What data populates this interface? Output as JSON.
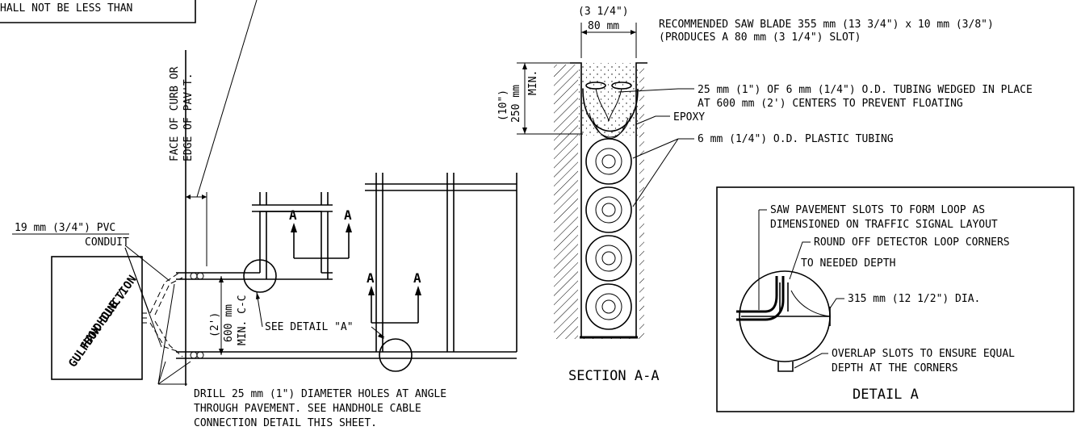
{
  "notes": {
    "top_left_fragment": "HALL NOT BE LESS THAN",
    "conduit_line1": "19 mm (3/4\") PVC",
    "conduit_line2": "CONDUIT",
    "handhole_line1": "HANDHOLE /",
    "handhole_line2": "GULFBOX JUNCTION",
    "face_curb_line1": "FACE OF CURB OR",
    "face_curb_line2": "EDGE OF PAV'T.",
    "spacing_imperial": "(2')",
    "spacing_metric": "600 mm",
    "spacing_min": "MIN. C-C",
    "see_detail_1": "SEE DETAIL \"A\"",
    "see_detail_2": "SEE DETAIL \"A\"",
    "section_mark": "A",
    "drill_line1": "DRILL 25 mm (1\") DIAMETER HOLES AT ANGLE",
    "drill_line2": "THROUGH PAVEMENT.  SEE HANDHOLE CABLE",
    "drill_line3": "CONNECTION DETAIL THIS SHEET."
  },
  "section": {
    "width_imperial": "(3 1/4\")",
    "width_metric": "80 mm",
    "blade_line1": "RECOMMENDED SAW BLADE 355 mm (13 3/4\") x 10 mm (3/8\")",
    "blade_line2": "(PRODUCES A 80 mm (3 1/4\") SLOT)",
    "depth_imperial": "(10\")",
    "depth_metric": "250 mm",
    "depth_min": "MIN.",
    "tubing_wedge_line1": "25 mm (1\") OF 6 mm (1/4\") O.D. TUBING WEDGED IN PLACE",
    "tubing_wedge_line2": "AT 600 mm (2') CENTERS TO PREVENT FLOATING",
    "epoxy": "EPOXY",
    "plastic_tubing": "6 mm (1/4\") O.D. PLASTIC TUBING",
    "title": "SECTION A-A"
  },
  "detail": {
    "note1_line1": "SAW PAVEMENT SLOTS TO FORM LOOP AS",
    "note1_line2": "DIMENSIONED ON TRAFFIC SIGNAL LAYOUT",
    "note2_line1": "ROUND OFF DETECTOR LOOP CORNERS",
    "note2_line2": "TO NEEDED DEPTH",
    "diameter": "315 mm (12 1/2\") DIA.",
    "note3_line1": "OVERLAP SLOTS TO ENSURE EQUAL",
    "note3_line2": "DEPTH AT THE CORNERS",
    "title": "DETAIL A"
  }
}
